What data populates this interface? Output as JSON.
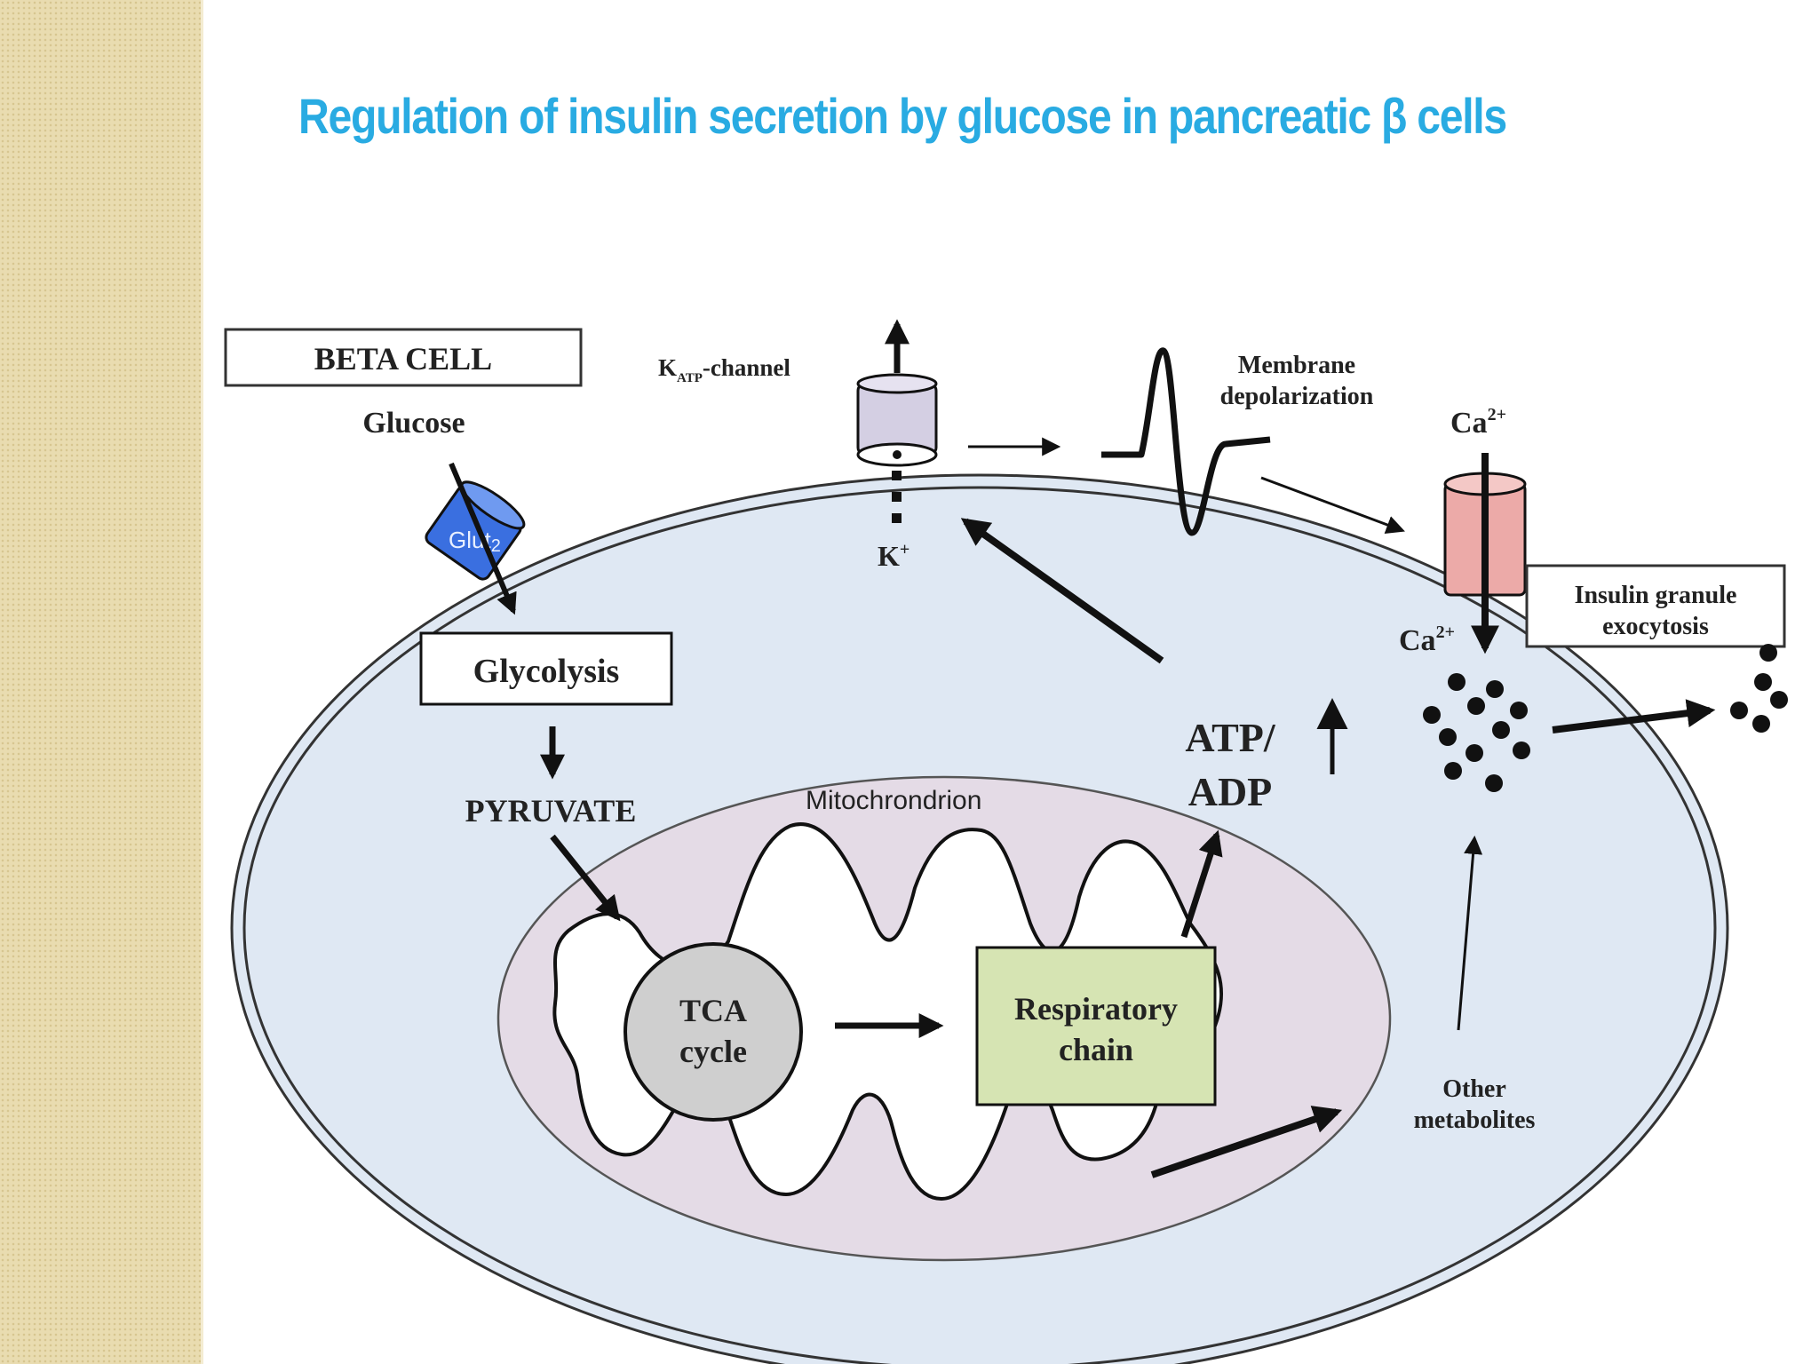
{
  "title": "Regulation of insulin secretion by glucose in pancreatic β cells",
  "labels": {
    "beta_cell": "BETA CELL",
    "glucose": "Glucose",
    "glut": "Glut",
    "glut_sub": "2",
    "glycolysis": "Glycolysis",
    "pyruvate": "PYRUVATE",
    "mitochondrion": "Mitochrondrion",
    "tca_line1": "TCA",
    "tca_line2": "cycle",
    "resp_line1": "Respiratory",
    "resp_line2": "chain",
    "atp_line1": "ATP/",
    "atp_line2": "ADP",
    "katp_k": "K",
    "katp_sub": "ATP",
    "katp_rest": "-channel",
    "k_ion": "K",
    "k_charge": "+",
    "membrane_line1": "Membrane",
    "membrane_line2": "depolarization",
    "ca_top": "Ca",
    "ca_top_charge": "2+",
    "ca_bottom": "Ca",
    "ca_bottom_charge": "2+",
    "insulin_line1": "Insulin granule",
    "insulin_line2": "exocytosis",
    "other_line1": "Other",
    "other_line2": "metabolites"
  },
  "colors": {
    "title": "#29abe2",
    "cell_fill": "#dfe8f3",
    "mito_fill": "#e4dbe6",
    "glut": "#3a6fe0",
    "tca": "#cfcfcf",
    "respiratory_chain": "#d6e4b3",
    "ca_channel": "#ecaaa8",
    "katp_channel": "#d4cfe3"
  }
}
